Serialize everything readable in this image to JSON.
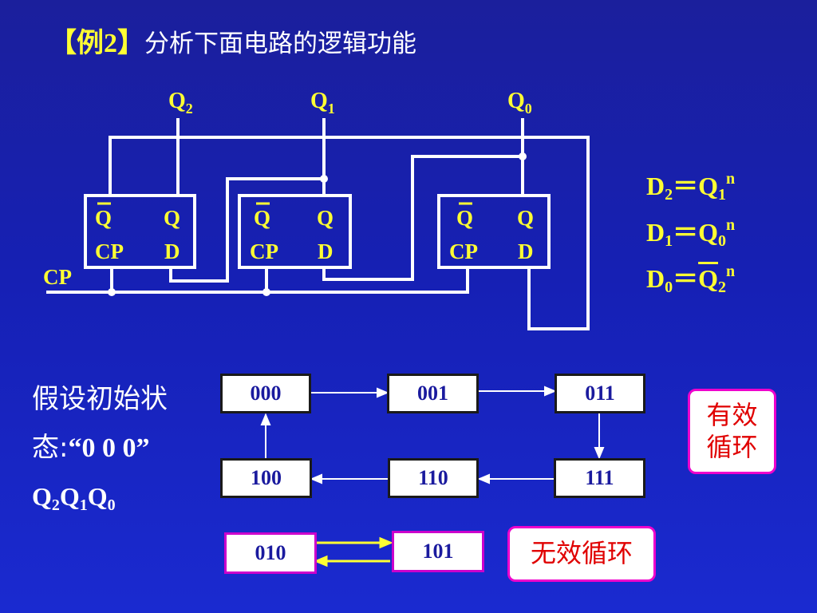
{
  "title": {
    "example": "【例2】",
    "text": "分析下面电路的逻辑功能"
  },
  "circuit": {
    "outputs": [
      "Q",
      "Q",
      "Q"
    ],
    "output_subs": [
      "2",
      "1",
      "0"
    ],
    "ff_labels": {
      "qbar": "Q",
      "q": "Q",
      "cp": "CP",
      "d": "D"
    },
    "clock_label": "CP"
  },
  "equations": [
    {
      "lhs": "D",
      "lhs_sub": "2",
      "op": "＝",
      "rhs": "Q",
      "rhs_sub": "1",
      "sup": "n",
      "bar": false
    },
    {
      "lhs": "D",
      "lhs_sub": "1",
      "op": "＝",
      "rhs": "Q",
      "rhs_sub": "0",
      "sup": "n",
      "bar": false
    },
    {
      "lhs": "D",
      "lhs_sub": "0",
      "op": "＝",
      "rhs": "Q",
      "rhs_sub": "2",
      "sup": "n",
      "bar": true
    }
  ],
  "assumption": {
    "line1": "假设初始状",
    "line2_prefix": "态:",
    "line2_value": "“0 0 0”",
    "order": [
      "Q",
      "Q",
      "Q"
    ],
    "order_subs": [
      "2",
      "1",
      "0"
    ]
  },
  "valid_cycle": {
    "states": [
      "000",
      "001",
      "011",
      "111",
      "110",
      "100"
    ],
    "label_line1": "有效",
    "label_line2": "循环"
  },
  "invalid_cycle": {
    "states": [
      "010",
      "101"
    ],
    "label": "无效循环"
  },
  "colors": {
    "background": "#1a22b8",
    "accent_yellow": "#ffff33",
    "valid_border": "#ee00cc",
    "label_red": "#e00000"
  }
}
